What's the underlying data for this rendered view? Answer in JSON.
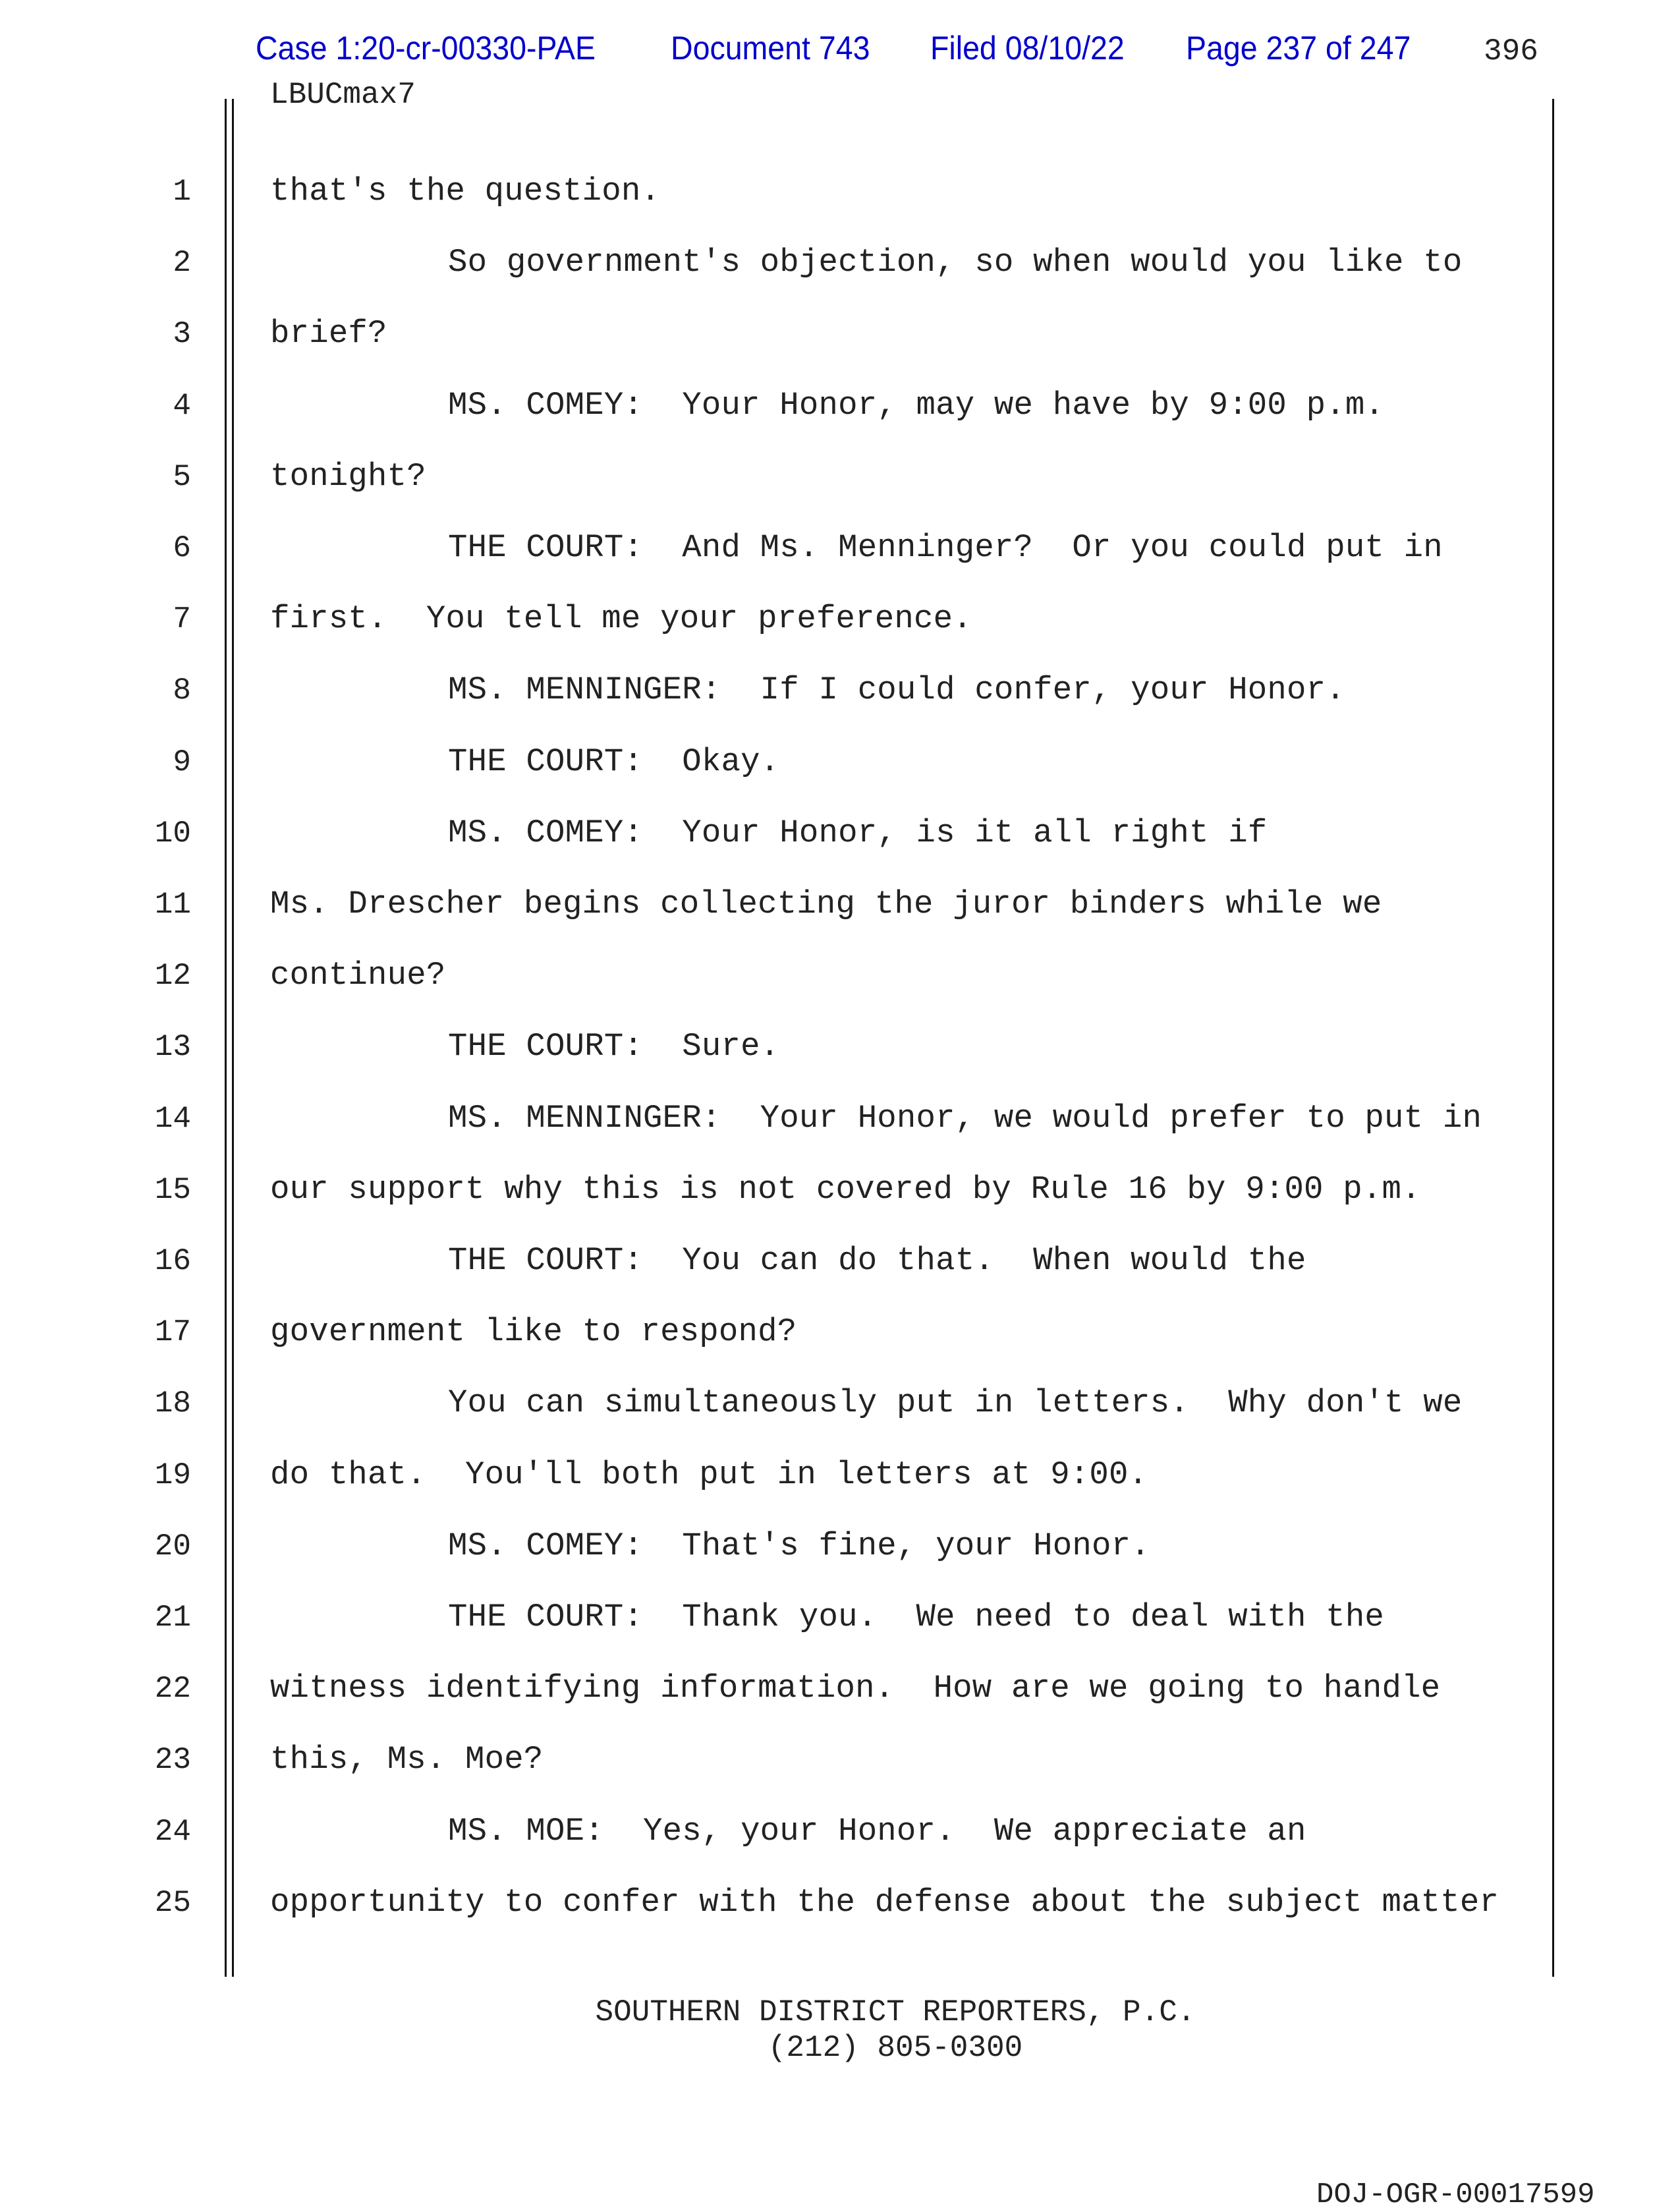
{
  "header": {
    "case": "Case 1:20-cr-00330-PAE",
    "document": "Document 743",
    "filed": "Filed 08/10/22",
    "page": "Page 237 of 247",
    "transcript_page": "396"
  },
  "transcript_code": "LBUCmax7",
  "lines": [
    {
      "n": "1",
      "indent": false,
      "text": "that's the question."
    },
    {
      "n": "2",
      "indent": true,
      "text": "So government's objection, so when would you like to"
    },
    {
      "n": "3",
      "indent": false,
      "text": "brief?"
    },
    {
      "n": "4",
      "indent": true,
      "text": "MS. COMEY:  Your Honor, may we have by 9:00 p.m."
    },
    {
      "n": "5",
      "indent": false,
      "text": "tonight?"
    },
    {
      "n": "6",
      "indent": true,
      "text": "THE COURT:  And Ms. Menninger?  Or you could put in"
    },
    {
      "n": "7",
      "indent": false,
      "text": "first.  You tell me your preference."
    },
    {
      "n": "8",
      "indent": true,
      "text": "MS. MENNINGER:  If I could confer, your Honor."
    },
    {
      "n": "9",
      "indent": true,
      "text": "THE COURT:  Okay."
    },
    {
      "n": "10",
      "indent": true,
      "text": "MS. COMEY:  Your Honor, is it all right if"
    },
    {
      "n": "11",
      "indent": false,
      "text": "Ms. Drescher begins collecting the juror binders while we"
    },
    {
      "n": "12",
      "indent": false,
      "text": "continue?"
    },
    {
      "n": "13",
      "indent": true,
      "text": "THE COURT:  Sure."
    },
    {
      "n": "14",
      "indent": true,
      "text": "MS. MENNINGER:  Your Honor, we would prefer to put in"
    },
    {
      "n": "15",
      "indent": false,
      "text": "our support why this is not covered by Rule 16 by 9:00 p.m."
    },
    {
      "n": "16",
      "indent": true,
      "text": "THE COURT:  You can do that.  When would the"
    },
    {
      "n": "17",
      "indent": false,
      "text": "government like to respond?"
    },
    {
      "n": "18",
      "indent": true,
      "text": "You can simultaneously put in letters.  Why don't we"
    },
    {
      "n": "19",
      "indent": false,
      "text": "do that.  You'll both put in letters at 9:00."
    },
    {
      "n": "20",
      "indent": true,
      "text": "MS. COMEY:  That's fine, your Honor."
    },
    {
      "n": "21",
      "indent": true,
      "text": "THE COURT:  Thank you.  We need to deal with the"
    },
    {
      "n": "22",
      "indent": false,
      "text": "witness identifying information.  How are we going to handle"
    },
    {
      "n": "23",
      "indent": false,
      "text": "this, Ms. Moe?"
    },
    {
      "n": "24",
      "indent": true,
      "text": "MS. MOE:  Yes, your Honor.  We appreciate an"
    },
    {
      "n": "25",
      "indent": false,
      "text": "opportunity to confer with the defense about the subject matter"
    }
  ],
  "footer": {
    "reporter": "SOUTHERN DISTRICT REPORTERS, P.C.",
    "phone": "(212) 805-0300"
  },
  "bates": "DOJ-OGR-00017599"
}
